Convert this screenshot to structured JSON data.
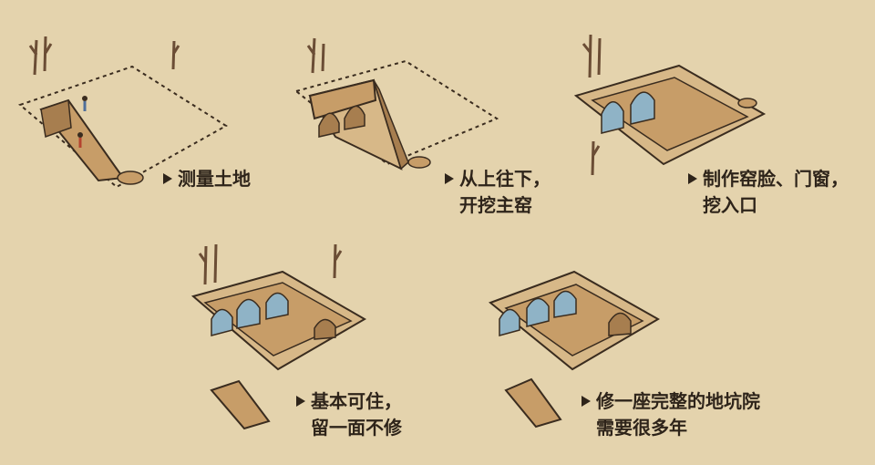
{
  "steps": [
    {
      "id": "step-1",
      "lines": [
        "测量土地"
      ]
    },
    {
      "id": "step-2",
      "lines": [
        "从上往下，",
        "开挖主窑"
      ]
    },
    {
      "id": "step-3",
      "lines": [
        "制作窑脸、门窗，",
        "挖入口"
      ]
    },
    {
      "id": "step-4",
      "lines": [
        "基本可住，",
        "留一面不修"
      ]
    },
    {
      "id": "step-5",
      "lines": [
        "修一座完整的地坑院",
        "需要很多年"
      ]
    }
  ],
  "colors": {
    "background": "#e4d3ad",
    "earth_top": "#d7b888",
    "earth_wall": "#c79d68",
    "earth_dark": "#a77e4f",
    "outline": "#3a2c1f",
    "window_blue": "#8fb3c6",
    "tree": "#6b4d35"
  }
}
